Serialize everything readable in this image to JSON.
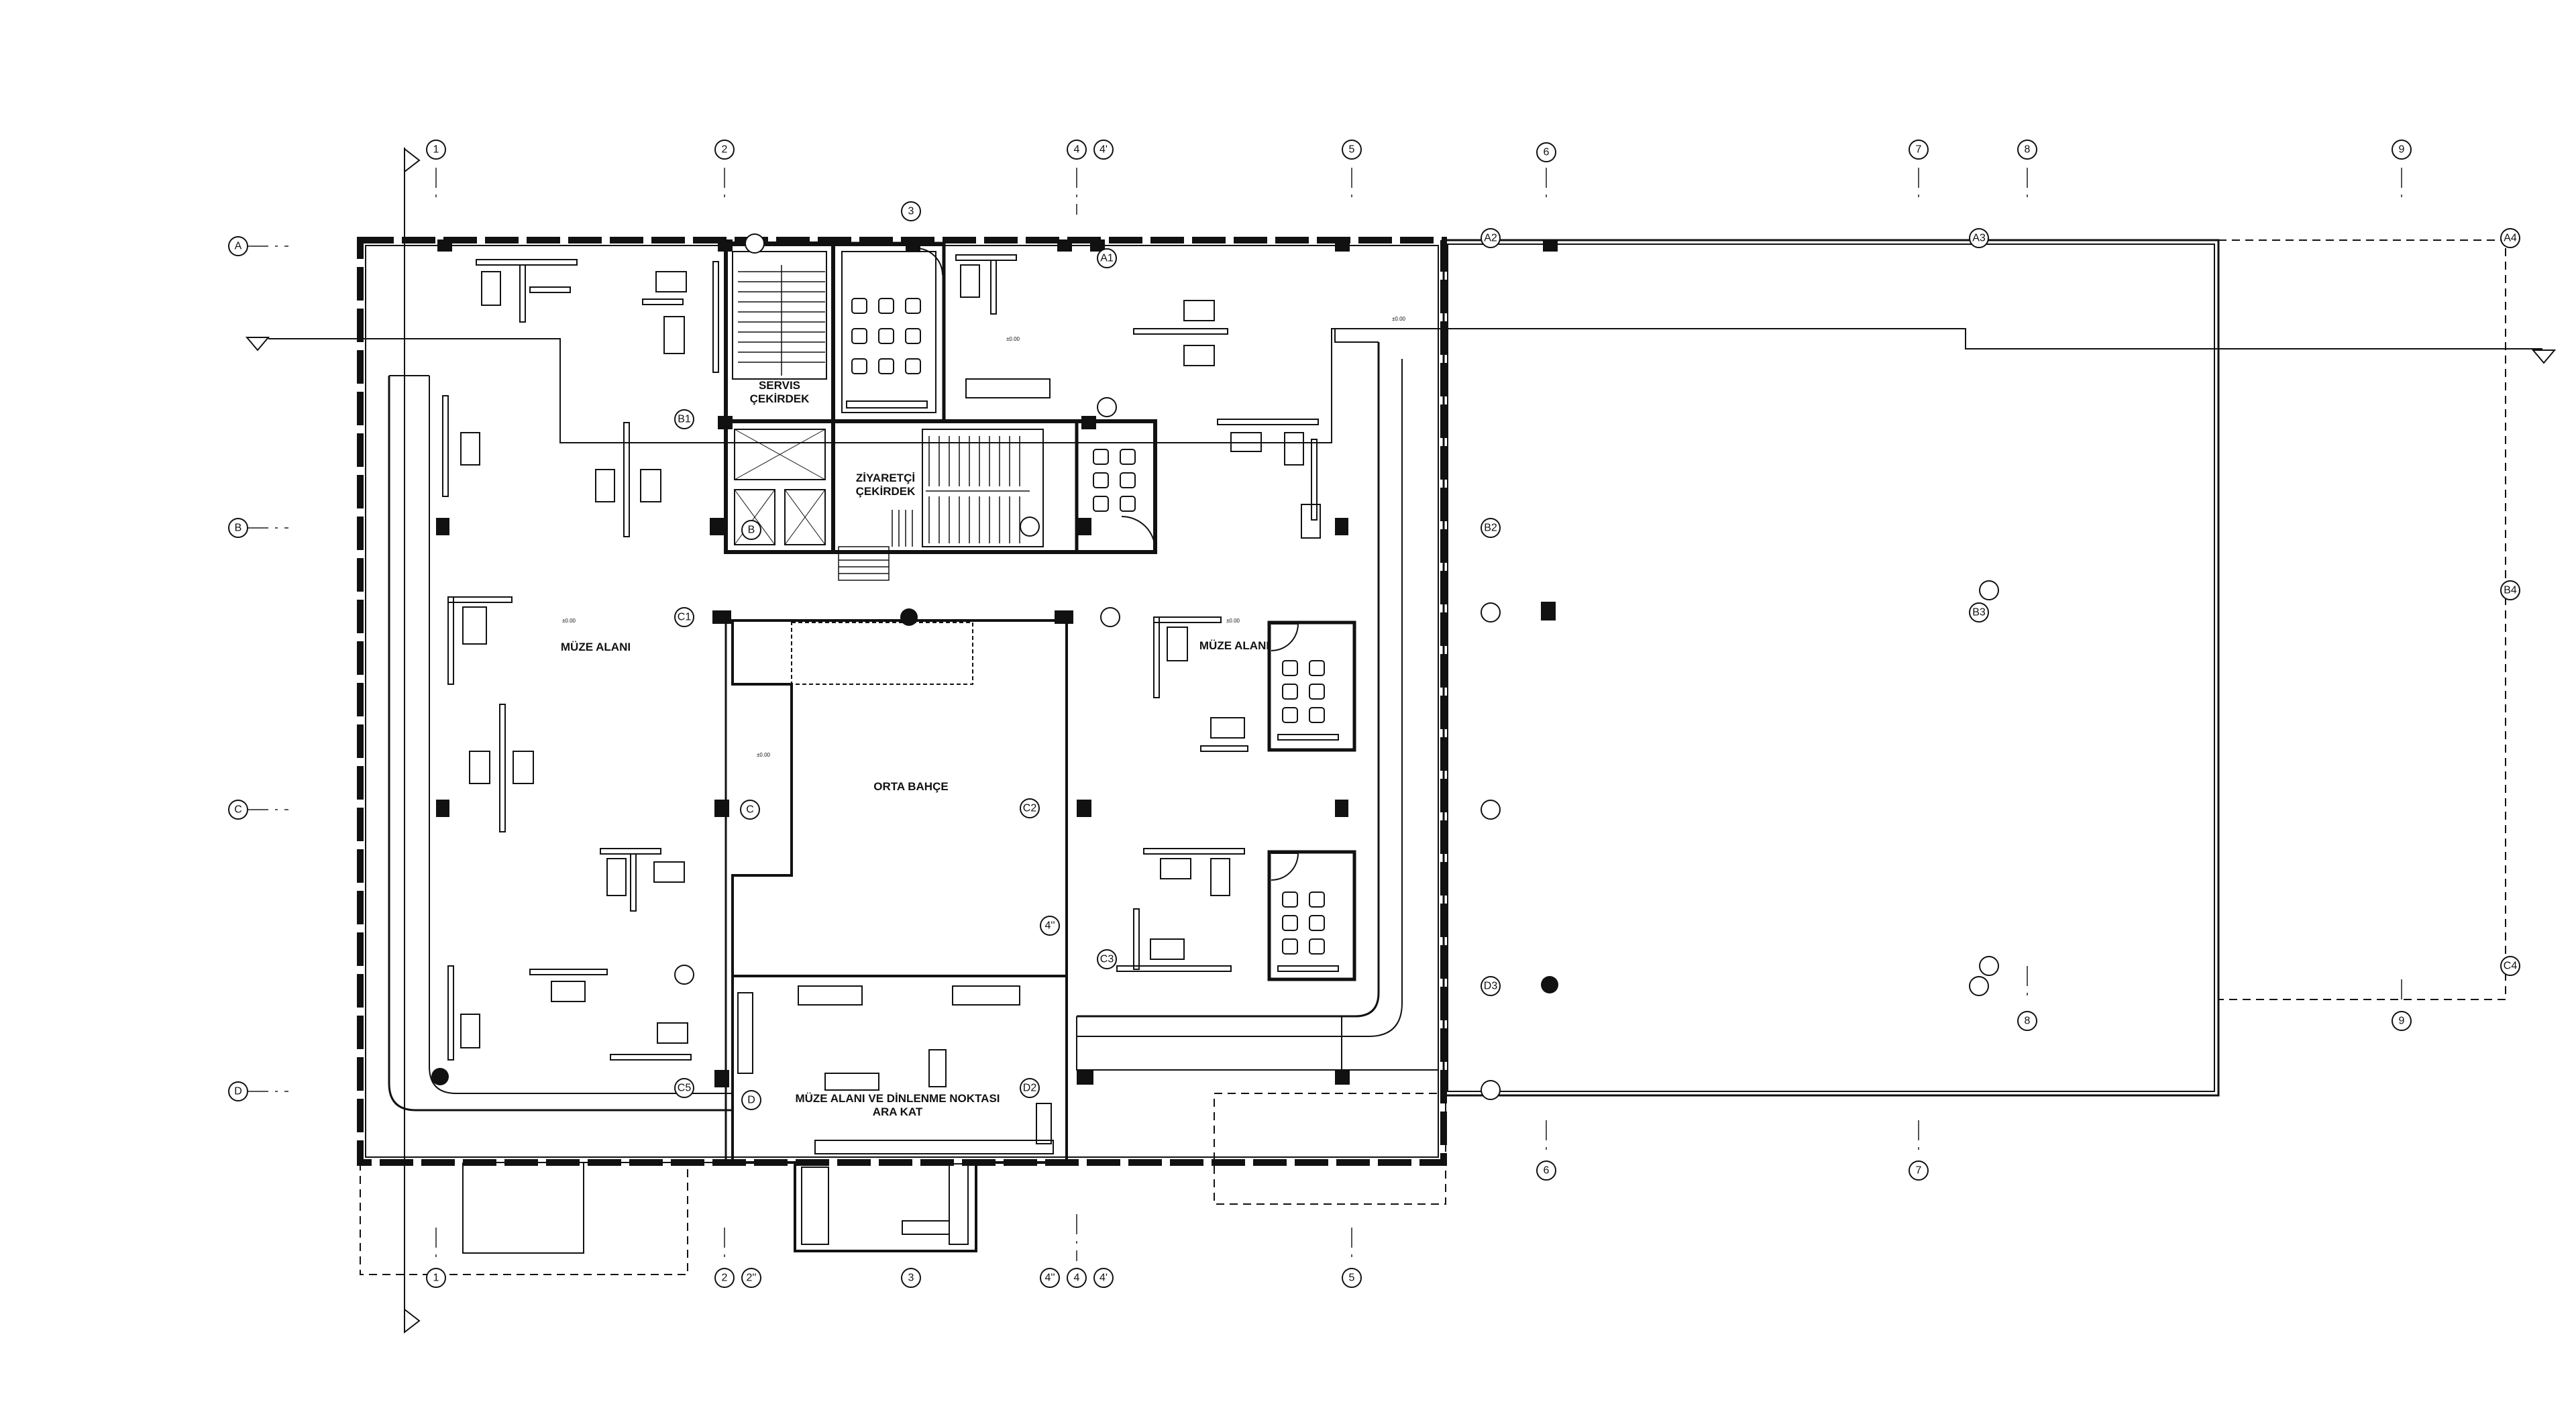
{
  "grid": {
    "top": [
      "1",
      "2",
      "3",
      "4",
      "4'",
      "5",
      "6",
      "7",
      "8",
      "9"
    ],
    "bottom": [
      "1",
      "2",
      "2''",
      "3",
      "4''",
      "4",
      "4'",
      "5",
      "6",
      "7",
      "8",
      "9"
    ],
    "left": [
      "A",
      "B",
      "C",
      "D"
    ],
    "inner": [
      "A1",
      "A2",
      "A3",
      "A4",
      "B1",
      "B2",
      "B3",
      "B4",
      "C1",
      "C2",
      "C3",
      "C4",
      "C5",
      "D2",
      "D3",
      "B",
      "C",
      "D",
      "4''"
    ]
  },
  "rooms": {
    "service_core": [
      "SERVIS",
      "ÇEKİRDEK"
    ],
    "visitor_core": [
      "ZİYARETÇİ",
      "ÇEKİRDEK"
    ],
    "museum_west": "MÜZE ALANI",
    "museum_east": "MÜZE ALANI",
    "courtyard": "ORTA BAHÇE",
    "mezzanine": [
      "MÜZE ALANI VE DİNLENME NOKTASI",
      "ARA KAT"
    ]
  },
  "levels": {
    "mark": "±0.00"
  },
  "colors": {
    "line": "#111111",
    "wall_fill": "#2a2a2a",
    "background": "#ffffff"
  }
}
